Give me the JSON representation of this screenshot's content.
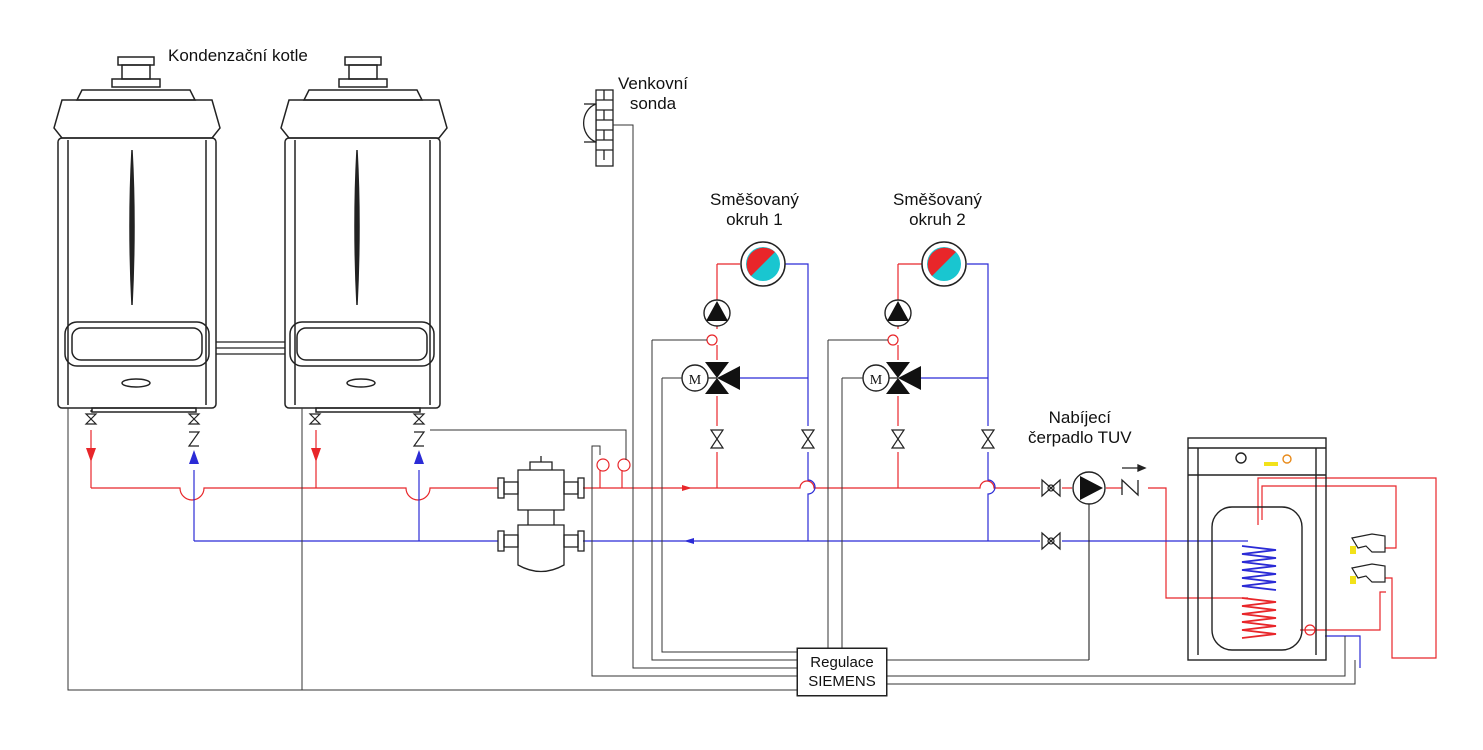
{
  "labels": {
    "boilers": "Kondenzační kotle",
    "outdoor_sensor_line1": "Venkovní",
    "outdoor_sensor_line2": "sonda",
    "circuit1_line1": "Směšovaný",
    "circuit1_line2": "okruh 1",
    "circuit2_line1": "Směšovaný",
    "circuit2_line2": "okruh 2",
    "dhw_pump_line1": "Nabíjecí",
    "dhw_pump_line2": "čerpadlo TUV",
    "controller_line1": "Regulace",
    "controller_line2": "SIEMENS",
    "motor_letter": "M"
  },
  "colors": {
    "supply": "#e8262a",
    "return": "#2b2bd6",
    "signal": "#333333",
    "heater_red": "#e8262a",
    "heater_cyan": "#19c6d0",
    "accent_yellow": "#f2e21a",
    "accent_orange": "#e88a1a"
  }
}
